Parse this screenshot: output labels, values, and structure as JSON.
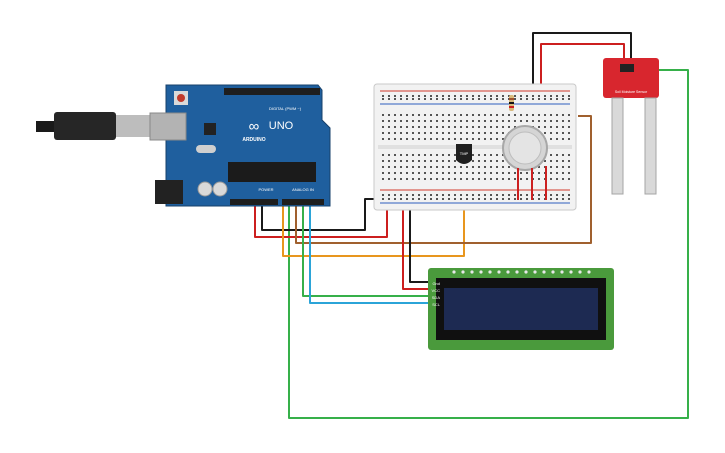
{
  "arduino": {
    "brand": "ARDUINO",
    "model": "UNO",
    "header_digital": "DIGITAL (PWM ~)",
    "header_power": "POWER",
    "header_analog": "ANALOG IN",
    "logo_symbol": "∞",
    "board_color": "#1f5f9e"
  },
  "breadboard": {
    "body_color": "#f2f2f2",
    "rail_red": "#d33a2c",
    "rail_blue": "#2f5fbf"
  },
  "sensor": {
    "label_main": "Soil Moisture Sensor",
    "board_color": "#d8262e"
  },
  "temp_sensor": {
    "label": "TMP"
  },
  "lcd": {
    "pin_labels": [
      "Gnd",
      "VCC",
      "SDA",
      "SCL"
    ],
    "screen_color": "#1d2a52",
    "board_color": "#4a9a3c"
  },
  "wire_colors": {
    "red": "#cc1f1f",
    "black": "#1a1a1a",
    "green": "#36b04a",
    "orange": "#e8961e",
    "brown": "#a0602e",
    "blue": "#2ba4d8"
  }
}
